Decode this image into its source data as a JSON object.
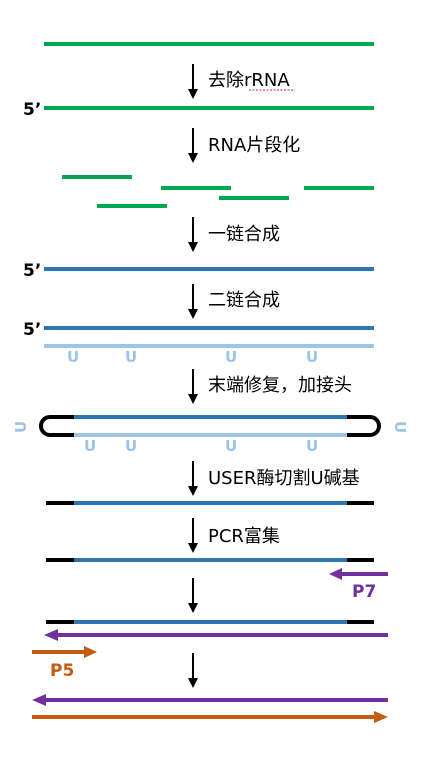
{
  "colors": {
    "green": "#00a651",
    "blue": "#2e75b6",
    "light_blue": "#9dc3e6",
    "black": "#000000",
    "purple": "#7030a0",
    "orange": "#c55a11"
  },
  "labels": {
    "five_prime": "5’",
    "uracil": "U",
    "primer_p7": "P7",
    "primer_p5": "P5"
  },
  "steps": [
    {
      "label": "去除rRNA"
    },
    {
      "label": "RNA片段化"
    },
    {
      "label": "一链合成"
    },
    {
      "label": "二链合成"
    },
    {
      "label": "末端修复，加接头"
    },
    {
      "label": "USER酶切割U碱基"
    },
    {
      "label": "PCR富集"
    },
    {
      "label": ""
    },
    {
      "label": ""
    }
  ]
}
